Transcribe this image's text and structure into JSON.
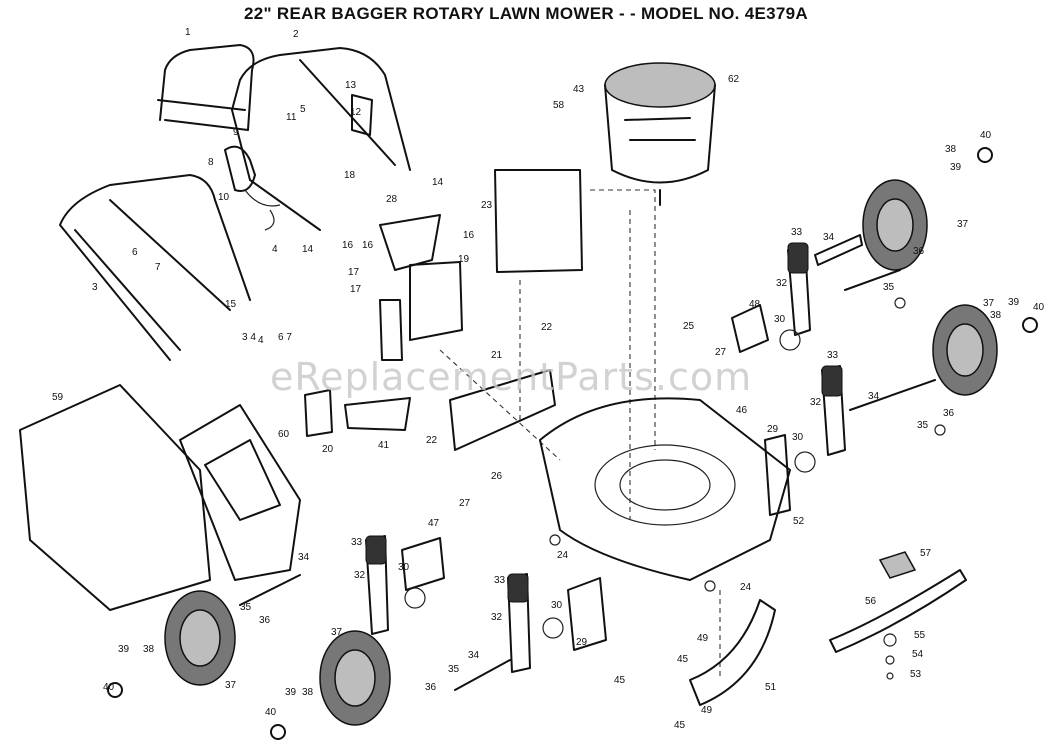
{
  "title": "22\" REAR BAGGER ROTARY LAWN MOWER - - MODEL NO. 4E379A",
  "watermark": "eReplacementParts.com",
  "callouts": [
    "1",
    "2",
    "3",
    "4",
    "4",
    "5",
    "6",
    "7",
    "8",
    "9",
    "10",
    "11",
    "12",
    "13",
    "14",
    "14",
    "15",
    "16",
    "16",
    "16",
    "17",
    "17",
    "18",
    "19",
    "20",
    "21",
    "22",
    "22",
    "23",
    "24",
    "24",
    "25",
    "26",
    "27",
    "27",
    "28",
    "29",
    "29",
    "30",
    "30",
    "30",
    "30",
    "32",
    "32",
    "32",
    "32",
    "33",
    "33",
    "33",
    "33",
    "34",
    "34",
    "34",
    "34",
    "35",
    "35",
    "35",
    "35",
    "36",
    "36",
    "36",
    "36",
    "37",
    "37",
    "37",
    "37",
    "38",
    "38",
    "38",
    "38",
    "39",
    "39",
    "39",
    "39",
    "40",
    "40",
    "40",
    "40",
    "41",
    "43",
    "45",
    "45",
    "45",
    "46",
    "47",
    "48",
    "49",
    "49",
    "51",
    "52",
    "53",
    "54",
    "55",
    "56",
    "57",
    "58",
    "59",
    "60",
    "62",
    "3 4",
    "6 7"
  ],
  "colors": {
    "ink": "#111111",
    "watermark": "#c8c8c8",
    "background": "#ffffff"
  }
}
